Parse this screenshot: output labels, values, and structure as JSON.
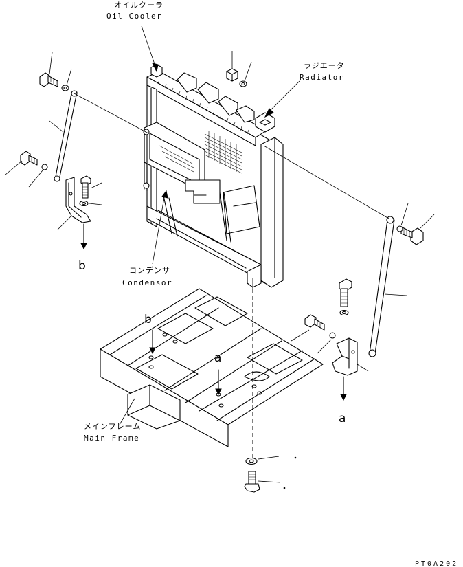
{
  "labels": {
    "oil_cooler_jp": "オイルクーラ",
    "oil_cooler_en": "Oil Cooler",
    "radiator_jp": "ラジエータ",
    "radiator_en": "Radiator",
    "condensor_jp": "コンデンサ",
    "condensor_en": "Condensor",
    "main_frame_jp": "メインフレーム",
    "main_frame_en": "Main Frame"
  },
  "arrow_refs": {
    "b_upper": "b",
    "b_lower": "b",
    "a_upper": "a",
    "a_lower": "a"
  },
  "drawing_code": "PT0A202",
  "colors": {
    "line": "#000000",
    "background": "#ffffff"
  }
}
